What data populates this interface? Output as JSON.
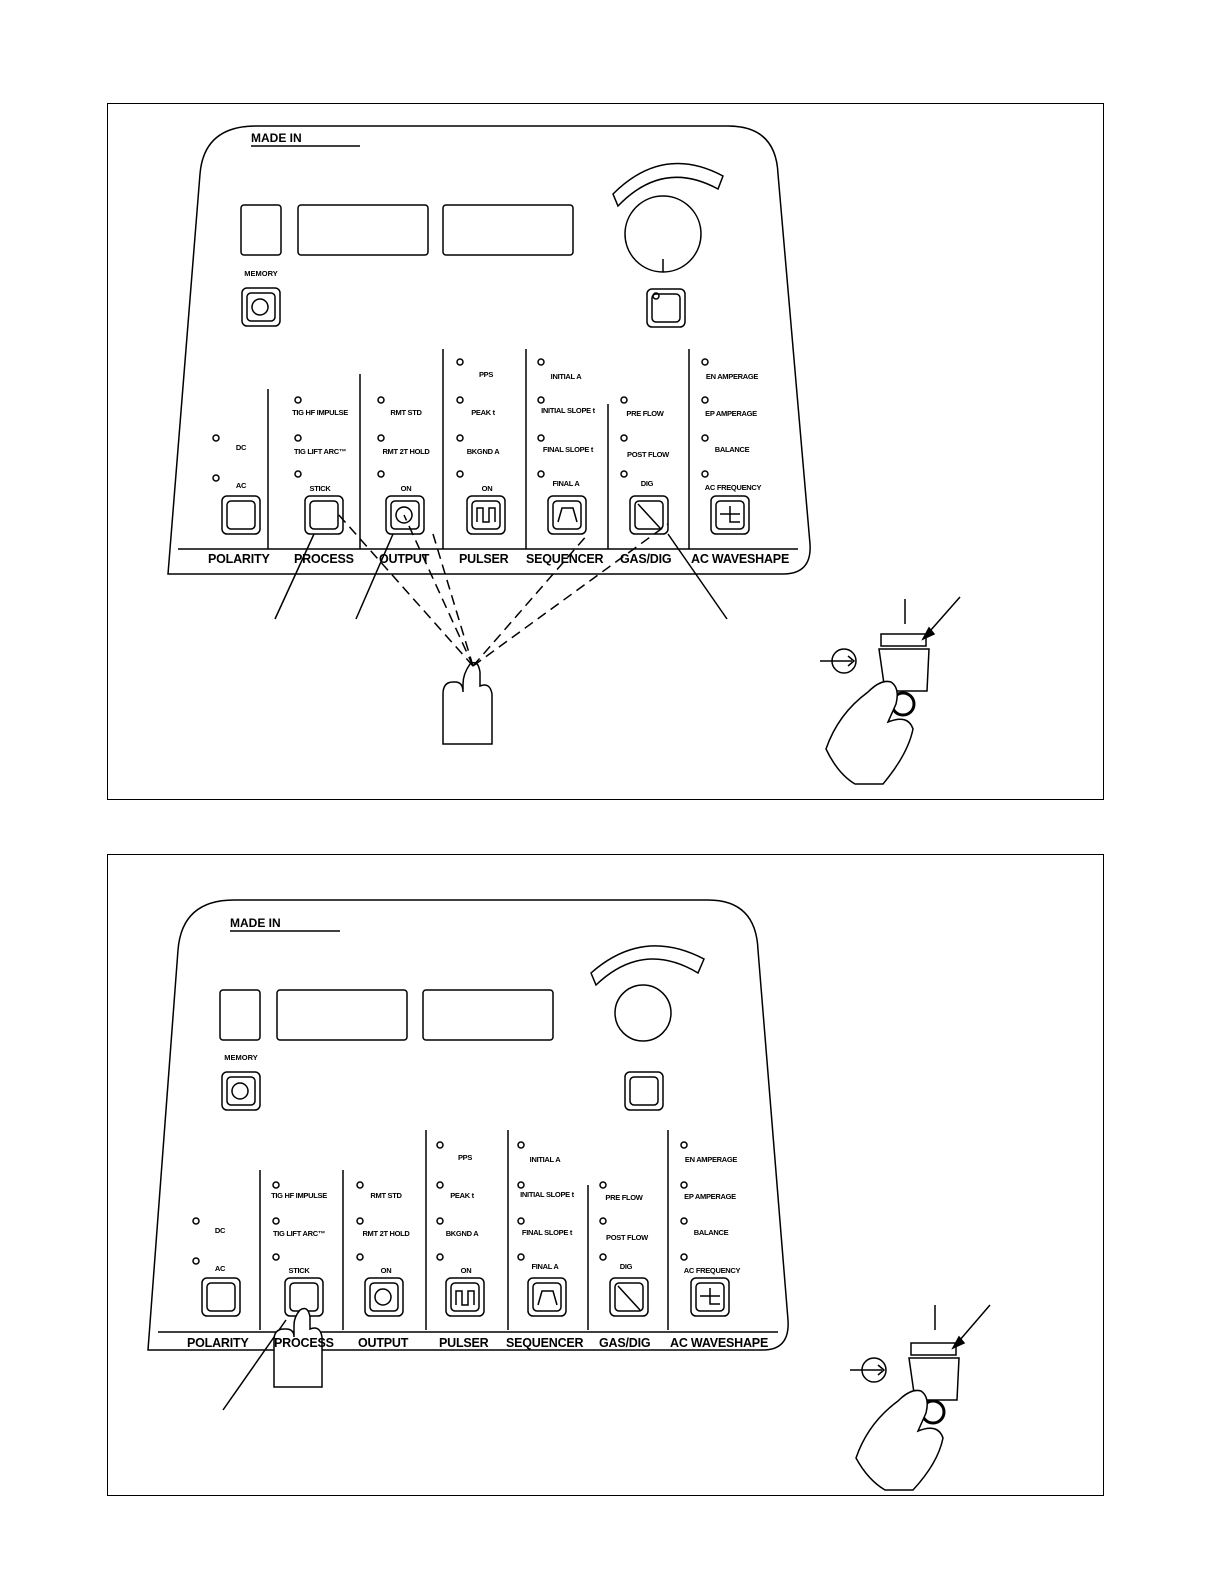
{
  "panel": {
    "brand": "MADE IN",
    "memory": "MEMORY",
    "sections": [
      "POLARITY",
      "PROCESS",
      "OUTPUT",
      "PULSER",
      "SEQUENCER",
      "GAS/DIG",
      "AC WAVESHAPE"
    ],
    "polarity": [
      "DC",
      "AC"
    ],
    "process": [
      "TIG HF IMPULSE",
      "TIG LIFT ARC™",
      "STICK"
    ],
    "output": [
      "RMT STD",
      "RMT 2T HOLD",
      "ON"
    ],
    "pulser": [
      "PPS",
      "PEAK t",
      "BKGND A",
      "ON"
    ],
    "sequencer": [
      "INITIAL A",
      "INITIAL SLOPE t",
      "FINAL SLOPE t",
      "FINAL A"
    ],
    "gasdig": [
      "PRE FLOW",
      "POST FLOW",
      "DIG"
    ],
    "acwave": [
      "EN AMPERAGE",
      "EP AMPERAGE",
      "BALANCE",
      "AC FREQUENCY"
    ]
  },
  "icons": [
    "hand-press-icon",
    "power-switch-icon",
    "amperage-button-icon",
    "memory-button-icon",
    "control-knob-icon"
  ]
}
